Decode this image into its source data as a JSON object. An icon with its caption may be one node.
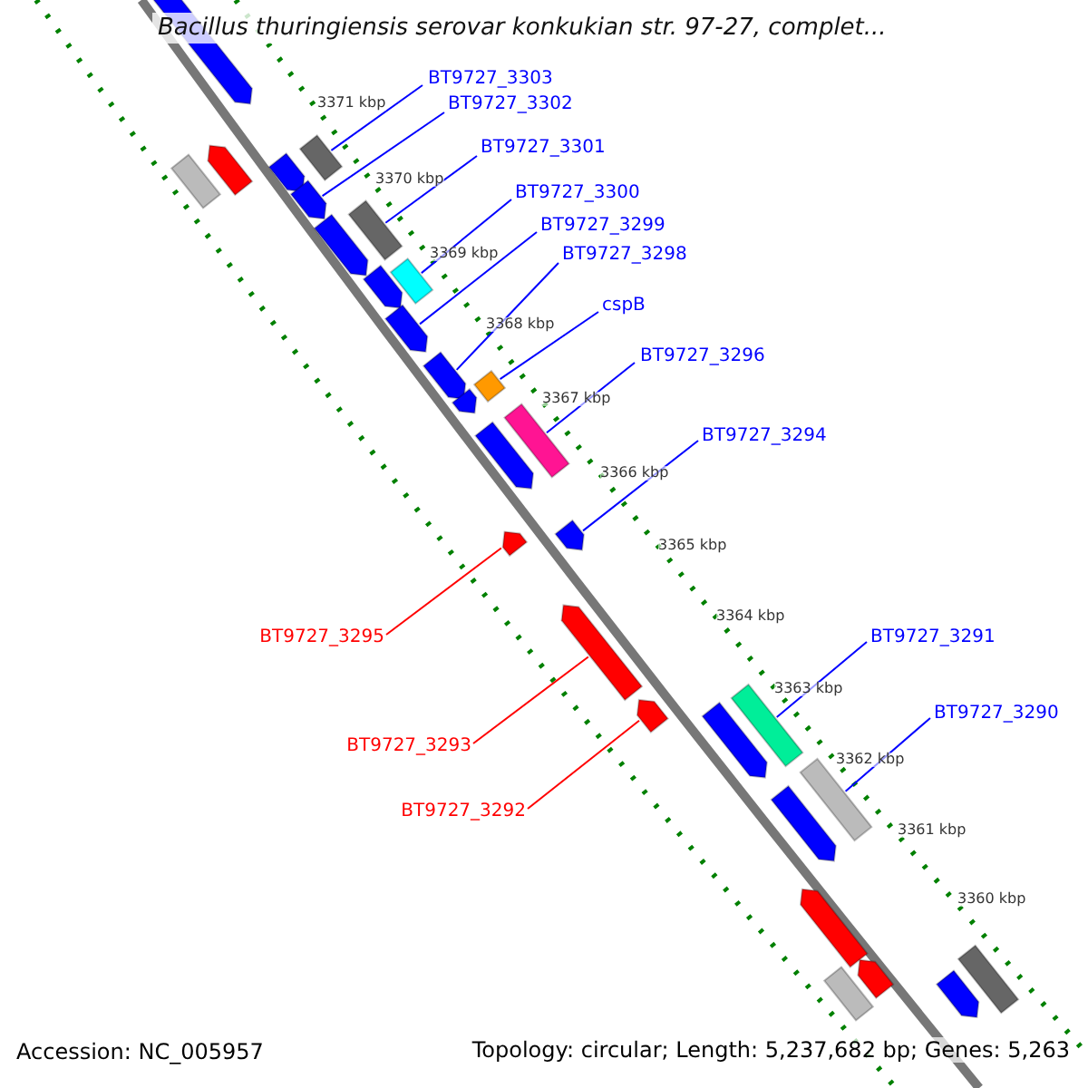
{
  "diagram": {
    "title": "Bacillus thuringiensis serovar konkukian str. 97-27, complet...",
    "nodes": [
      {
        "text": [
          "BT9727_3303"
        ]
      },
      {
        "text": [
          "BT9727_3302"
        ]
      },
      {
        "text": [
          "BT9727_3301"
        ]
      },
      {
        "text": [
          "BT9727_3300"
        ]
      },
      {
        "text": [
          "BT9727_3299"
        ]
      },
      {
        "text": [
          "BT9727_3298"
        ]
      },
      {
        "text": [
          "cspB"
        ]
      },
      {
        "text": [
          "BT9727_3296"
        ]
      },
      {
        "text": [
          "BT9727_3294"
        ]
      },
      {
        "text": [
          "BT9727_3295"
        ]
      },
      {
        "text": [
          "BT9727_3291"
        ]
      },
      {
        "text": [
          "BT9727_3293"
        ]
      },
      {
        "text": [
          "BT9727_3290"
        ]
      },
      {
        "text": [
          "BT9727_3292"
        ]
      },
      {
        "text": [],
        "shape": "bar"
      },
      {
        "text": [],
        "shape": "bar"
      },
      {
        "text": [],
        "shape": "bar"
      },
      {
        "text": [],
        "shape": "bar"
      },
      {
        "text": [],
        "shape": "bar"
      },
      {
        "text": [],
        "shape": "bar"
      },
      {
        "text": [],
        "shape": "bar"
      },
      {
        "text": [],
        "shape": "bar"
      },
      {
        "text": [],
        "shape": "bar"
      },
      {
        "text": [],
        "shape": "bar"
      },
      {
        "text": [],
        "shape": "bar"
      },
      {
        "text": [],
        "shape": "bar"
      },
      {
        "text": [],
        "shape": "bar"
      },
      {
        "text": [],
        "shape": "bar"
      },
      {
        "text": [],
        "shape": "bar"
      },
      {
        "text": [],
        "shape": "bar"
      },
      {
        "text": [],
        "shape": "bar"
      },
      {
        "text": [],
        "shape": "bar"
      },
      {
        "text": [],
        "shape": "bar"
      },
      {
        "text": [],
        "shape": "bar"
      },
      {
        "text": [],
        "shape": "bar"
      },
      {
        "text": [],
        "shape": "bar"
      },
      {
        "text": [],
        "shape": "bar"
      },
      {
        "text": [],
        "shape": "bar"
      },
      {
        "text": [],
        "shape": "bar"
      },
      {
        "text": [],
        "shape": "bar"
      },
      {
        "text": [],
        "shape": "bar"
      },
      {
        "text": [],
        "shape": "bar"
      },
      {
        "text": [],
        "shape": "bar"
      }
    ],
    "edges": [
      {
        "from": 0,
        "to": 15,
        "arrow": "none"
      },
      {
        "from": 1,
        "to": 19,
        "arrow": "none"
      },
      {
        "from": 2,
        "to": 20,
        "arrow": "none"
      },
      {
        "from": 3,
        "to": 22,
        "arrow": "none"
      },
      {
        "from": 4,
        "to": 24,
        "arrow": "none"
      },
      {
        "from": 5,
        "to": 25,
        "arrow": "none"
      },
      {
        "from": 6,
        "to": 26,
        "arrow": "none"
      },
      {
        "from": 7,
        "to": 28,
        "arrow": "none"
      },
      {
        "from": 8,
        "to": 30,
        "arrow": "none"
      },
      {
        "from": 9,
        "to": 31,
        "arrow": "none",
        "color": "#ff0000"
      },
      {
        "from": 10,
        "to": 34,
        "arrow": "none"
      },
      {
        "from": 11,
        "to": 32,
        "arrow": "none",
        "color": "#ff0000"
      },
      {
        "from": 12,
        "to": 36,
        "arrow": "none"
      },
      {
        "from": 13,
        "to": 33,
        "arrow": "none",
        "color": "#ff0000"
      }
    ],
    "labels": [
      "3371 kbp",
      "3370 kbp",
      "3369 kbp",
      "3368 kbp",
      "3367 kbp",
      "3366 kbp",
      "3365 kbp",
      "3364 kbp",
      "3363 kbp",
      "3362 kbp",
      "3361 kbp",
      "3360 kbp",
      "Accession: NC_005957",
      "Topology: circular; Length: 5,237,682 bp; Genes: 5,263"
    ]
  }
}
